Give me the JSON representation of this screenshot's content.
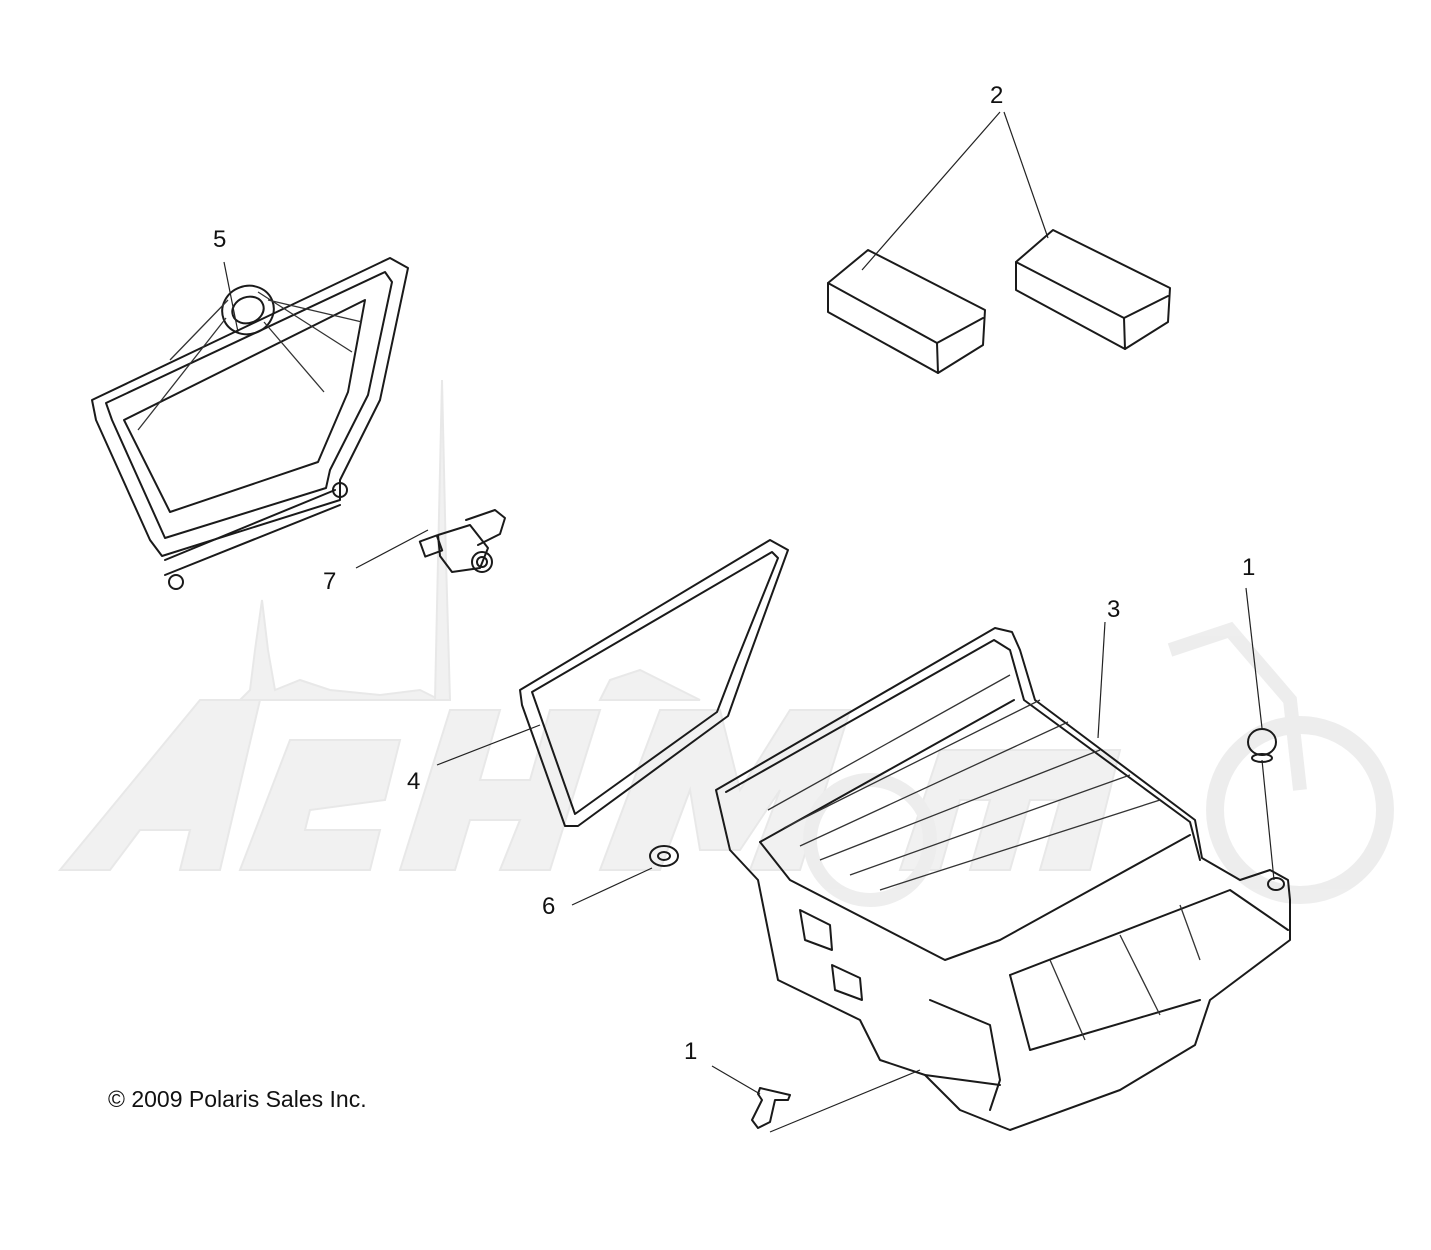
{
  "callouts": [
    {
      "id": "c2",
      "label": "2"
    },
    {
      "id": "c5",
      "label": "5"
    },
    {
      "id": "c7",
      "label": "7"
    },
    {
      "id": "c3",
      "label": "3"
    },
    {
      "id": "c1a",
      "label": "1"
    },
    {
      "id": "c4",
      "label": "4"
    },
    {
      "id": "c6",
      "label": "6"
    },
    {
      "id": "c1b",
      "label": "1"
    }
  ],
  "copyright": "© 2009 Polaris Sales Inc.",
  "watermark": {
    "logo_icon": "aenmoto-watermark-logo",
    "color": "#eeeeee"
  },
  "line_color": "#1a1a1a"
}
